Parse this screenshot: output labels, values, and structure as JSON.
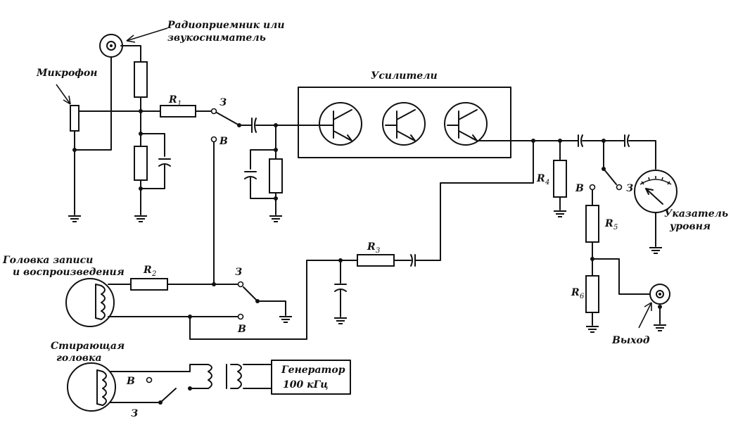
{
  "labels": {
    "radio": [
      "Радиоприемник или",
      "звукосниматель"
    ],
    "microphone": "Микрофон",
    "amplifiers": "Усилители",
    "record_head": [
      "Головка записи",
      "и воспроизведения"
    ],
    "erase_head": [
      "Стирающая",
      "головка"
    ],
    "generator": [
      "Генератор",
      "100 кГц"
    ],
    "level_indicator": [
      "Указатель",
      "уровня"
    ],
    "output": "Выход",
    "pos_record": "З",
    "pos_play": "В"
  },
  "resistors": {
    "r1": "R",
    "r1_sub": "1",
    "r2": "R",
    "r2_sub": "2",
    "r3": "R",
    "r3_sub": "3",
    "r4": "R",
    "r4_sub": "4",
    "r5": "R",
    "r5_sub": "5",
    "r6": "R",
    "r6_sub": "6"
  }
}
